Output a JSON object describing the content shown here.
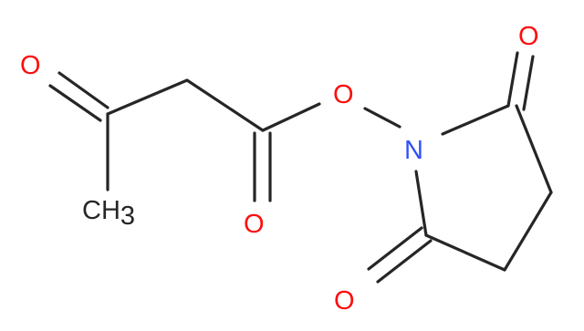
{
  "molecule": {
    "atoms": {
      "o_ketone": "O",
      "o_ester_carbonyl": "O",
      "o_ester_link": "O",
      "n_imide": "N",
      "o_imide_top": "O",
      "o_imide_bottom": "O",
      "methyl_main": "CH",
      "methyl_subscript": "3"
    },
    "colors": {
      "bond": "#262626",
      "oxygen": "#ff0d0d",
      "nitrogen": "#3050f8",
      "carbon": "#262626",
      "background": "#ffffff"
    }
  }
}
